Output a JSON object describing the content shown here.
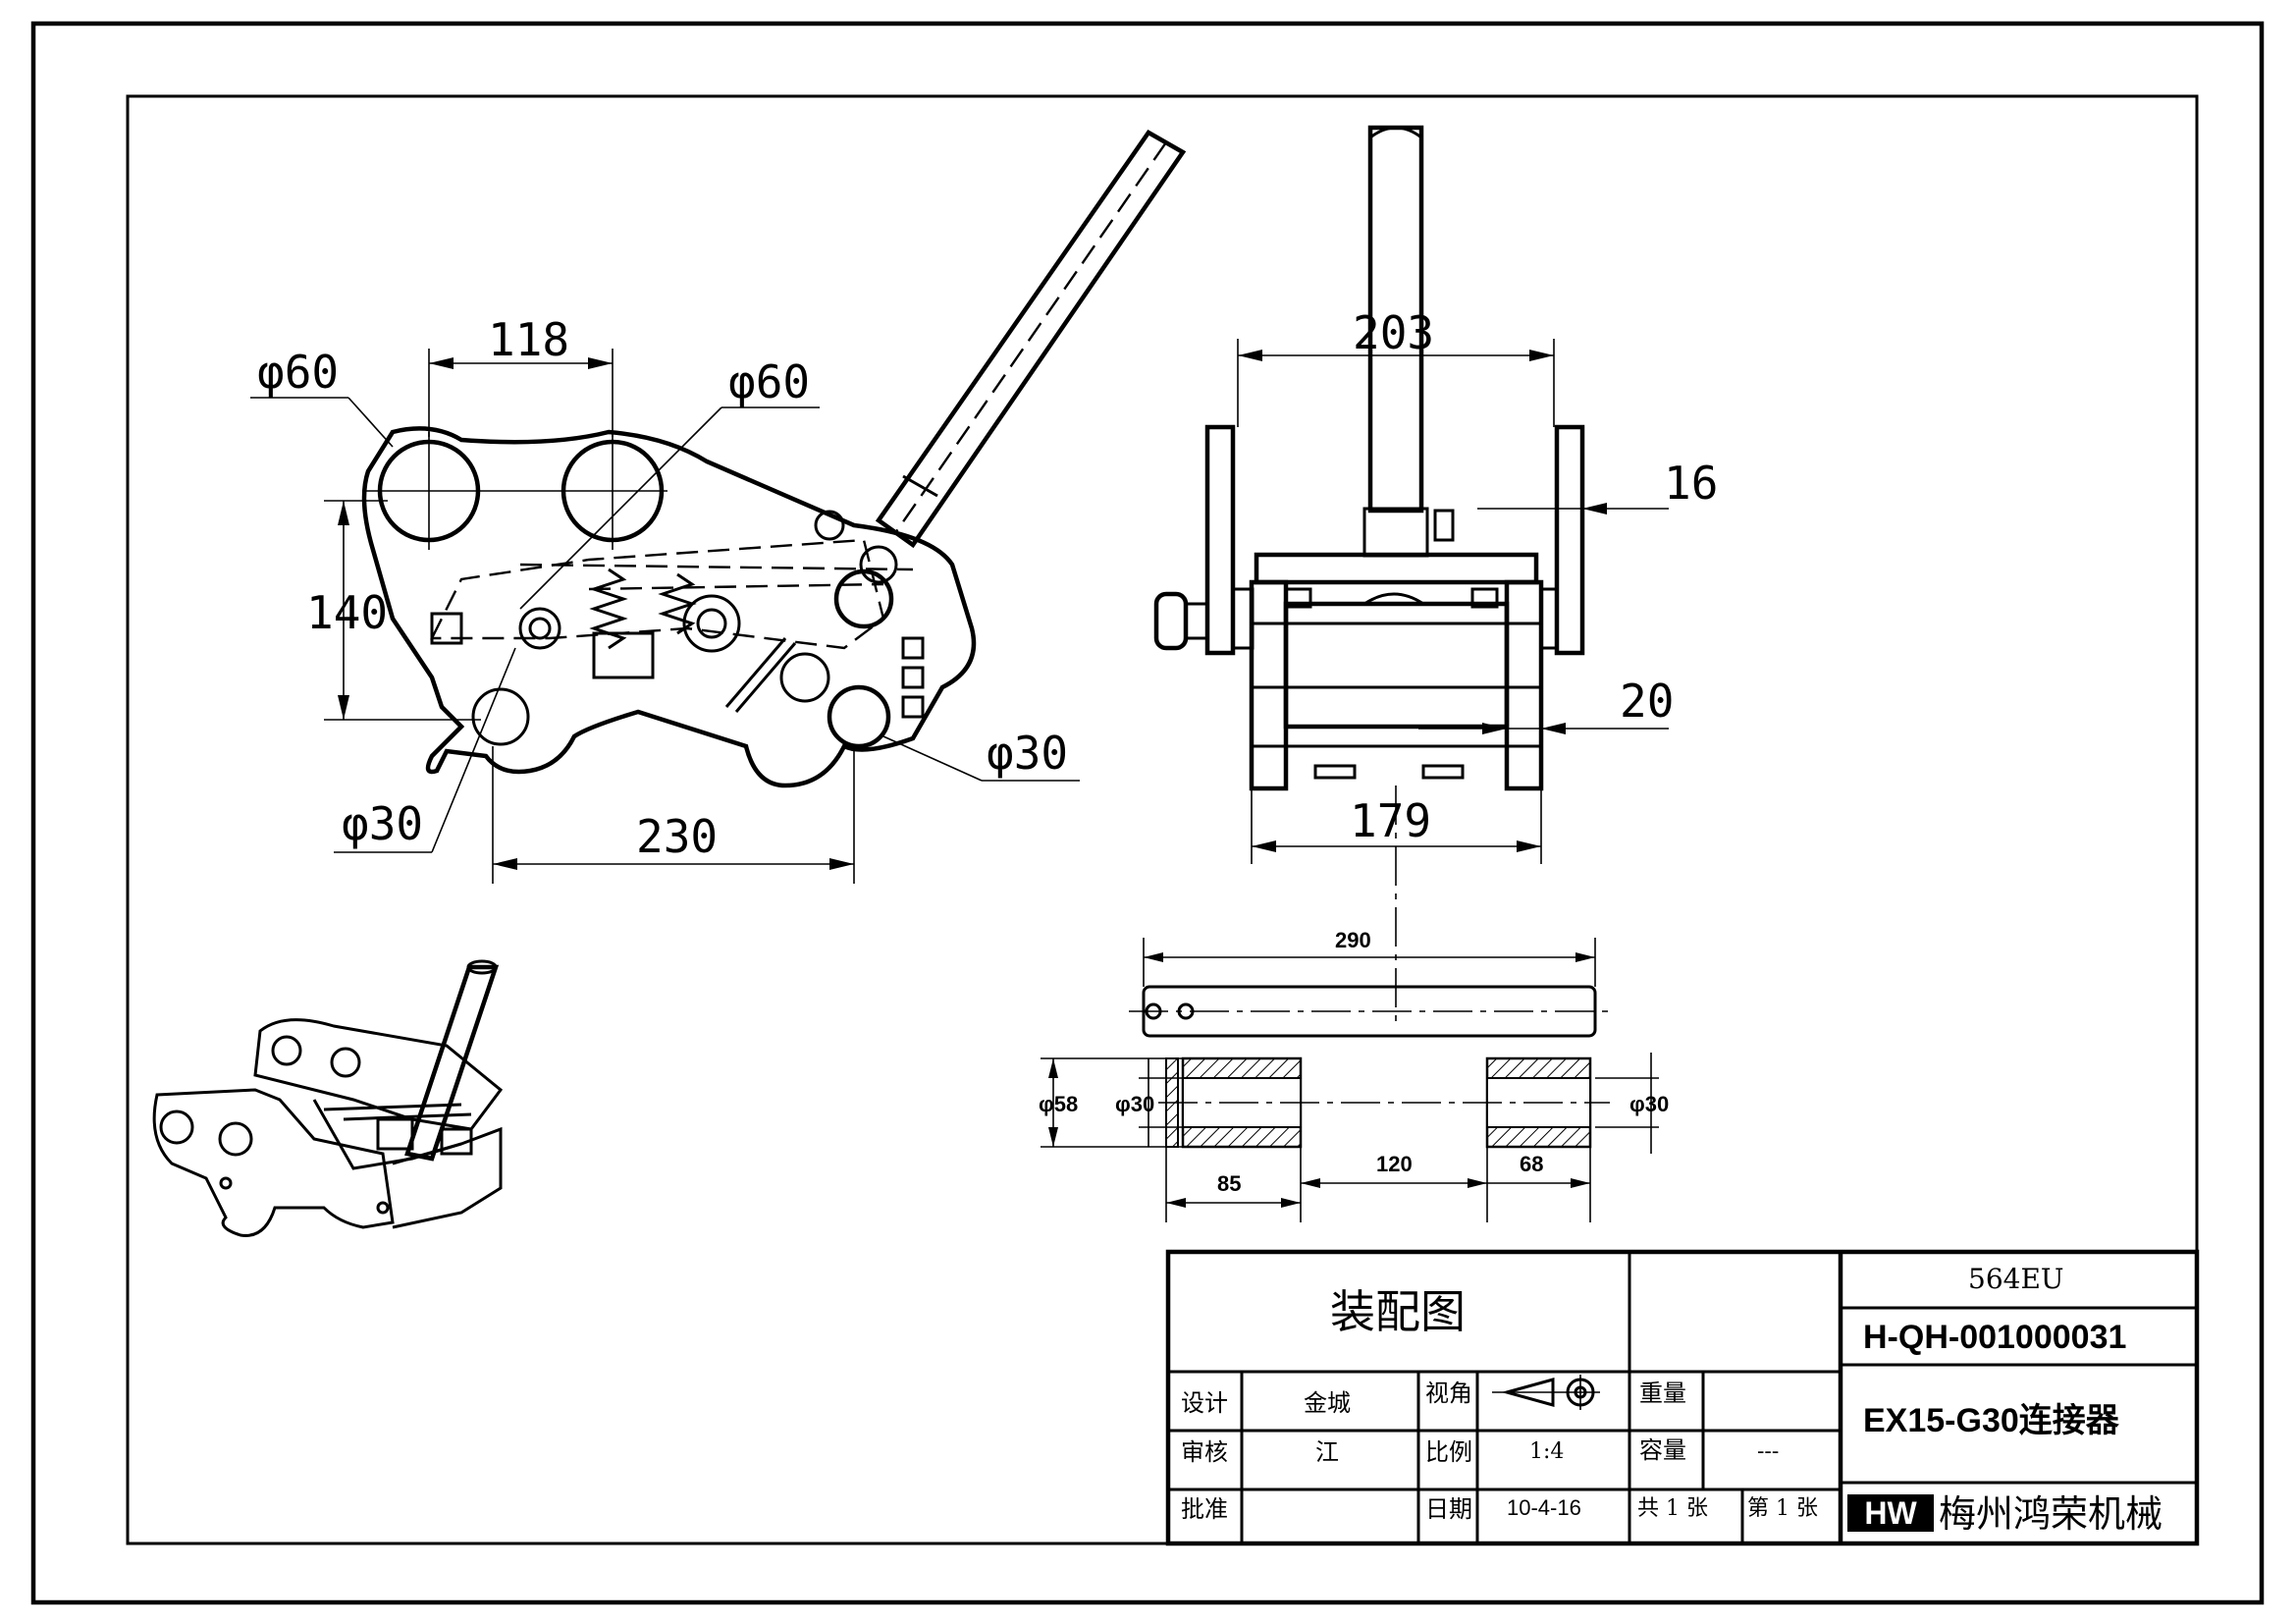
{
  "drawing": {
    "dimensions": {
      "left_view": {
        "d60_left": "φ60",
        "d60_right": "φ60",
        "w118": "118",
        "h140": "140",
        "d30_left": "φ30",
        "d30_right": "φ30",
        "w230": "230"
      },
      "right_view": {
        "w203": "203",
        "w16": "16",
        "w20": "20",
        "w179": "179"
      },
      "pin_view": {
        "w290": "290",
        "d58": "φ58",
        "d30_a": "φ30",
        "d30_b": "φ30",
        "w85": "85",
        "w120": "120",
        "w68": "68"
      }
    }
  },
  "title_block": {
    "title": "装配图",
    "model_code": "564EU",
    "drawing_number": "H-QH-001000031",
    "part_name": "EX15-G30连接器",
    "company": "梅州鸿荣机械",
    "company_logo_letters": "HW",
    "rows": [
      {
        "label": "设计",
        "value": "金城",
        "label2": "视角",
        "label3": "重量",
        "value3": ""
      },
      {
        "label": "审核",
        "value": "江",
        "label2": "比例",
        "value2": "1:4",
        "label3": "容量",
        "value3": "---"
      },
      {
        "label": "批准",
        "value": "",
        "label2": "日期",
        "value2": "10-4-16",
        "total": "共 1 张",
        "sheet": "第 1 张"
      }
    ]
  }
}
